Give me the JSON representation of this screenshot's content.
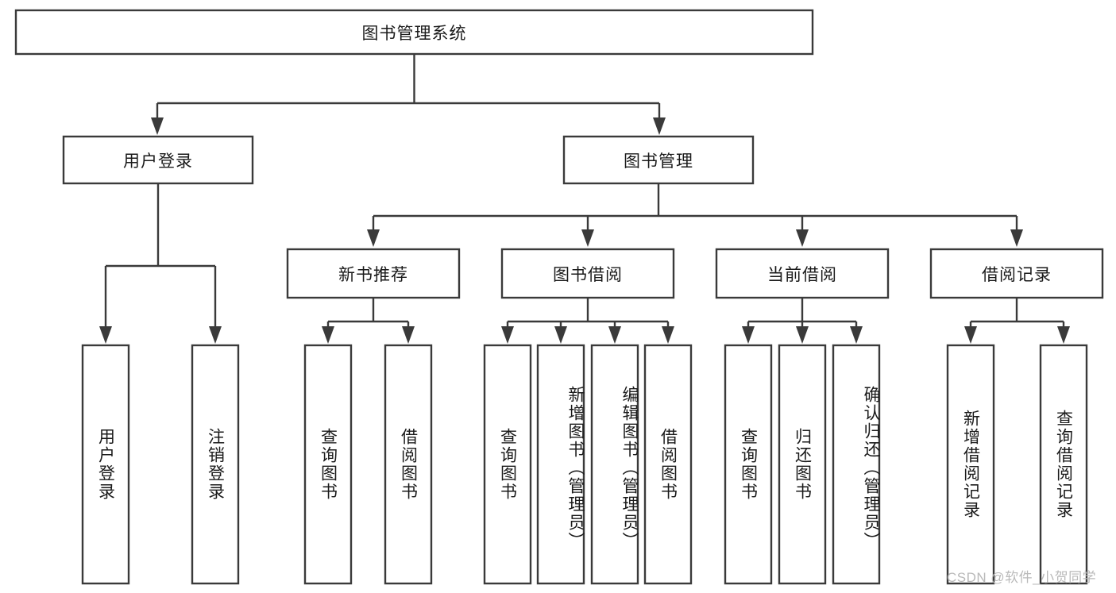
{
  "diagram": {
    "title": "图书管理系统",
    "type": "tree",
    "watermark": "CSDN @软件_小贺同学",
    "colors": {
      "box_stroke": "#3a3a3a",
      "box_fill": "#ffffff",
      "text": "#1a1a1a",
      "background": "#ffffff",
      "watermark": "#b9b9b9"
    },
    "nodes": {
      "root": {
        "label": "图书管理系统"
      },
      "level2": [
        {
          "label": "用户登录"
        },
        {
          "label": "图书管理"
        }
      ],
      "level3": [
        {
          "label": "新书推荐"
        },
        {
          "label": "图书借阅"
        },
        {
          "label": "当前借阅"
        },
        {
          "label": "借阅记录"
        }
      ],
      "leaves_user_login": [
        {
          "label": "用户登录"
        },
        {
          "label": "注销登录"
        }
      ],
      "leaves_new_book": [
        {
          "label": "查询图书"
        },
        {
          "label": "借阅图书"
        }
      ],
      "leaves_borrow": [
        {
          "label": "查询图书"
        },
        {
          "label": "新增图书（管理员）"
        },
        {
          "label": "编辑图书（管理员）"
        },
        {
          "label": "借阅图书"
        }
      ],
      "leaves_current": [
        {
          "label": "查询图书"
        },
        {
          "label": "归还图书"
        },
        {
          "label": "确认归还（管理员）"
        }
      ],
      "leaves_record": [
        {
          "label": "新增借阅记录"
        },
        {
          "label": "查询借阅记录"
        }
      ]
    }
  }
}
